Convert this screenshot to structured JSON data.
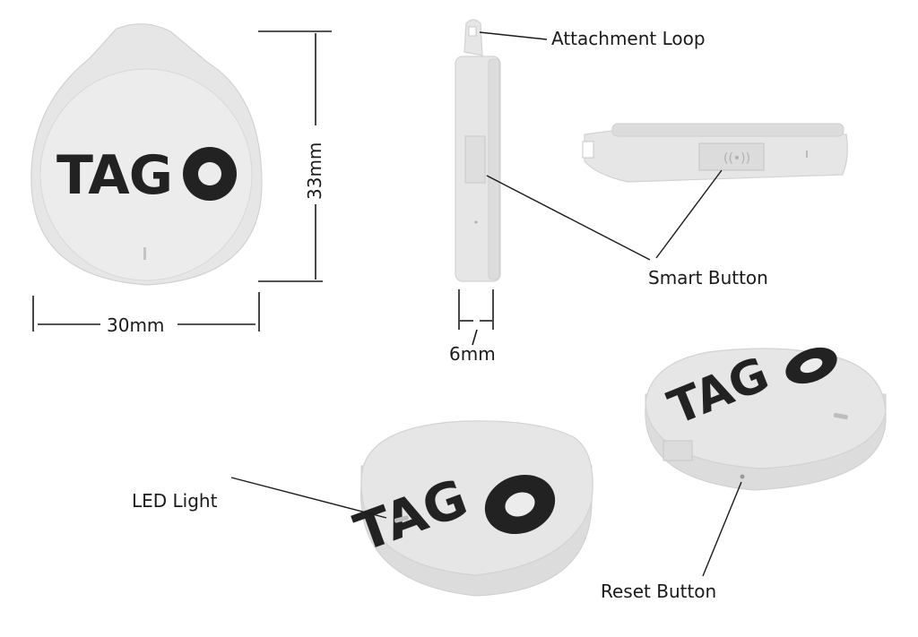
{
  "logo_text": "TAG",
  "labels": {
    "attachment_loop": "Attachment Loop",
    "smart_button": "Smart Button",
    "led_light": "LED Light",
    "reset_button": "Reset Button"
  },
  "dimensions": {
    "height": "33mm",
    "width": "30mm",
    "thickness": "6mm"
  },
  "colors": {
    "device_body": "#e6e6e6",
    "logo": "#222222",
    "lines": "#1a1a1a"
  }
}
